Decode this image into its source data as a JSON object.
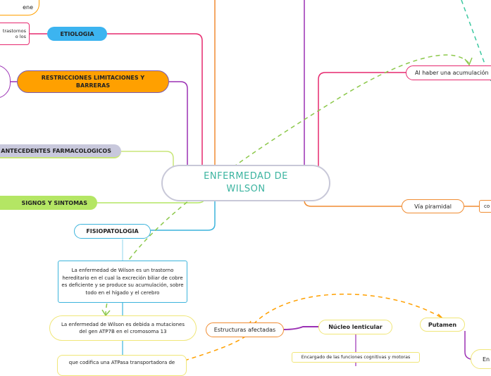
{
  "central": {
    "title": "ENFERMEDAD DE WILSON"
  },
  "left_topics": {
    "top_fragment": "ene",
    "etiologia": "ETIOLOGIA",
    "etiologia_note_1": "trastornos",
    "etiologia_note_2": "o los",
    "restricciones": "RESTRICCIONES LIMITACIONES Y BARRERAS",
    "antecedentes": "ANTECEDENTES FARMACOLOGICOS",
    "signos": "SIGNOS Y SINTOMAS",
    "fisiopatologia": "FISIOPATOLOGIA"
  },
  "fisio_notes": {
    "note1": "La enfermedad de Wilson es un trastorno hereditario en el cual la excreción biliar de cobre es deficiente y se produce su acumulación, sobre todo en el hígado y el cerebro",
    "note2": "La enfermedad de Wilson es debida a mutaciones del gen ATP7B en el cromosoma 13",
    "note3": "que codifica una ATPasa transportadora de"
  },
  "right_topics": {
    "acumulacion": "Al haber una acumulación",
    "via_piramidal": "Vía piramidal",
    "via_note": "co",
    "estructuras": "Estructuras afectadas",
    "nucleo": "Núcleo lenticular",
    "nucleo_note": "Encargado de las funciones cognitivas y motoras",
    "putamen": "Putamen",
    "en_fragment": "En"
  },
  "colors": {
    "central_border": "#c8c8d8",
    "central_text": "#3cb4a0",
    "etiologia": "#3cb4f0",
    "restricciones": "#ffa000",
    "antecedentes": "#c8e678",
    "signos": "#b4e664",
    "dashed_connector": "#8cc84b"
  }
}
